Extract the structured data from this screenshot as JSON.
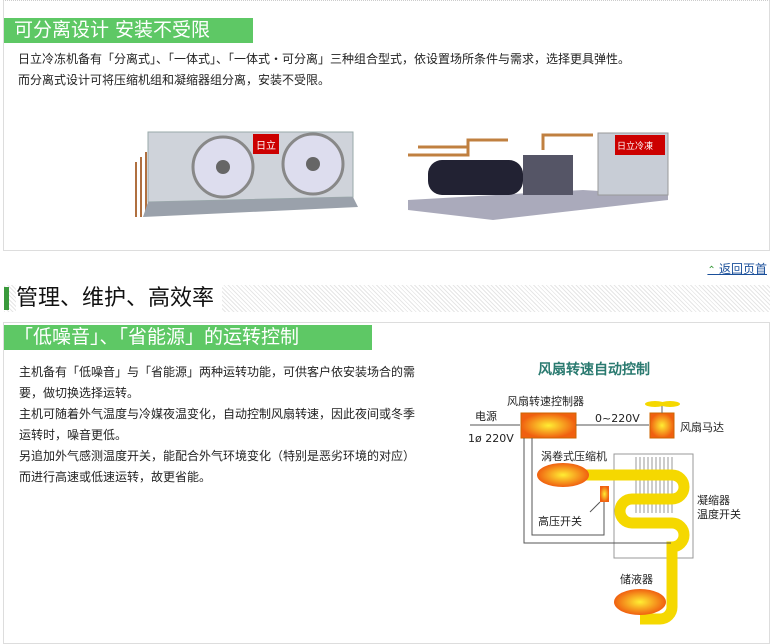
{
  "section1": {
    "header": "可分离设计  安装不受限",
    "lines": [
      "日立冷冻机备有「分离式」、「一体式」、「一体式・可分离」三种组合型式，依设置场所条件与需求，选择更具弹性。",
      "而分离式设计可将压缩机组和凝缩器组分离，安装不受限。"
    ],
    "brand": "日立",
    "brand2": "日立冷凍"
  },
  "back_to_top": "返回页首",
  "section_title": "管理、维护、高效率",
  "section2": {
    "header": "「低噪音」、「省能源」的运转控制",
    "lines": [
      "主机备有「低噪音」与「省能源」两种运转功能，可供客户依安装场合的需",
      "要，做切换选择运转。",
      "主机可随着外气温度与冷媒夜温变化，自动控制风扇转速，因此夜间或冬季",
      "运转时，噪音更低。",
      "另追加外气感测温度开关，能配合外气环境变化（特别是恶劣环境的对应）",
      "而进行高速或低速运转，故更省能。"
    ]
  },
  "diagram": {
    "title": "风扇转速自动控制",
    "controller": "风扇转速控制器",
    "power": "电源",
    "power_spec": "1ø 220V",
    "output": "0~220V",
    "fan_motor": "风扇马达",
    "compressor": "涡卷式压缩机",
    "hp_switch": "高压开关",
    "condenser_switch_1": "凝缩器",
    "condenser_switch_2": "温度开关",
    "receiver": "储液器"
  }
}
